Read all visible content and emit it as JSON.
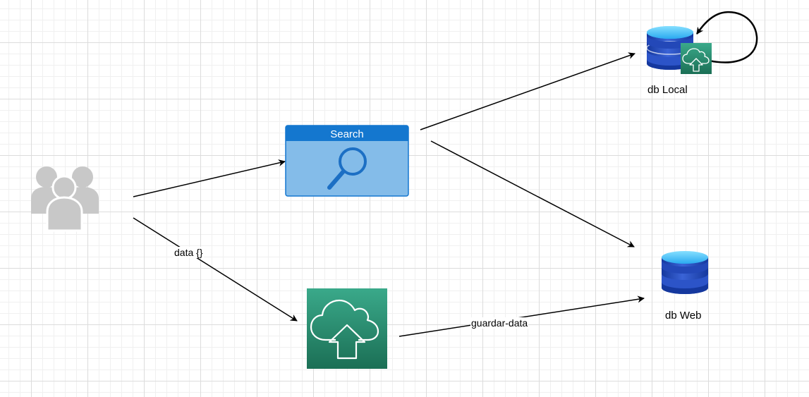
{
  "search_box": {
    "title": "Search"
  },
  "nodes": {
    "db_local": {
      "label": "db Local"
    },
    "db_web": {
      "label": "db Web"
    }
  },
  "edges": {
    "users_to_upload": {
      "label": "data {}"
    },
    "upload_to_dbweb": {
      "label": "guardar-data"
    }
  },
  "colors": {
    "search_header": "#1477cf",
    "search_body": "#84bce9",
    "upload_bg": "#1f7a5f",
    "db_blue": "#1b45b8",
    "users_gray": "#c8c8c8"
  }
}
